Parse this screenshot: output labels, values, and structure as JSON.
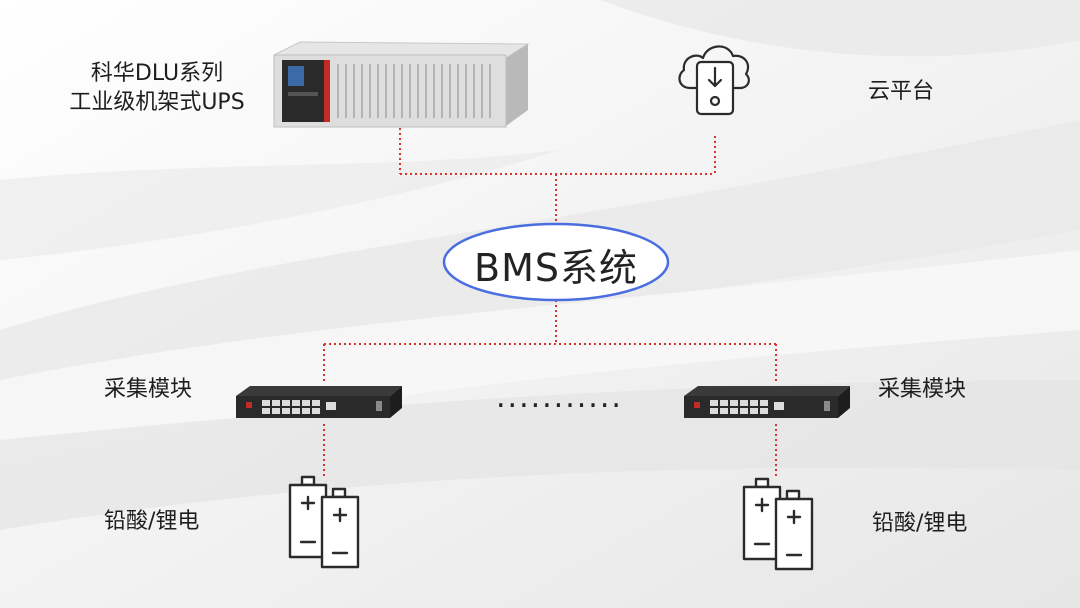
{
  "labels": {
    "ups_line1": "科华DLU系列",
    "ups_line2": "工业级机架式UPS",
    "cloud": "云平台",
    "bms": "BMS系统",
    "module_left": "采集模块",
    "module_right": "采集模块",
    "battery_left": "铅酸/锂电",
    "battery_right": "铅酸/锂电",
    "ellipsis": "..........."
  },
  "icons": {
    "ups": "rack-ups-icon",
    "cloud": "cloud-download-device-icon",
    "module": "network-switch-icon",
    "battery": "battery-pair-icon"
  },
  "colors": {
    "connector": "#d9342b",
    "bms_border": "#4a6ee0",
    "text": "#1e1e1e"
  }
}
